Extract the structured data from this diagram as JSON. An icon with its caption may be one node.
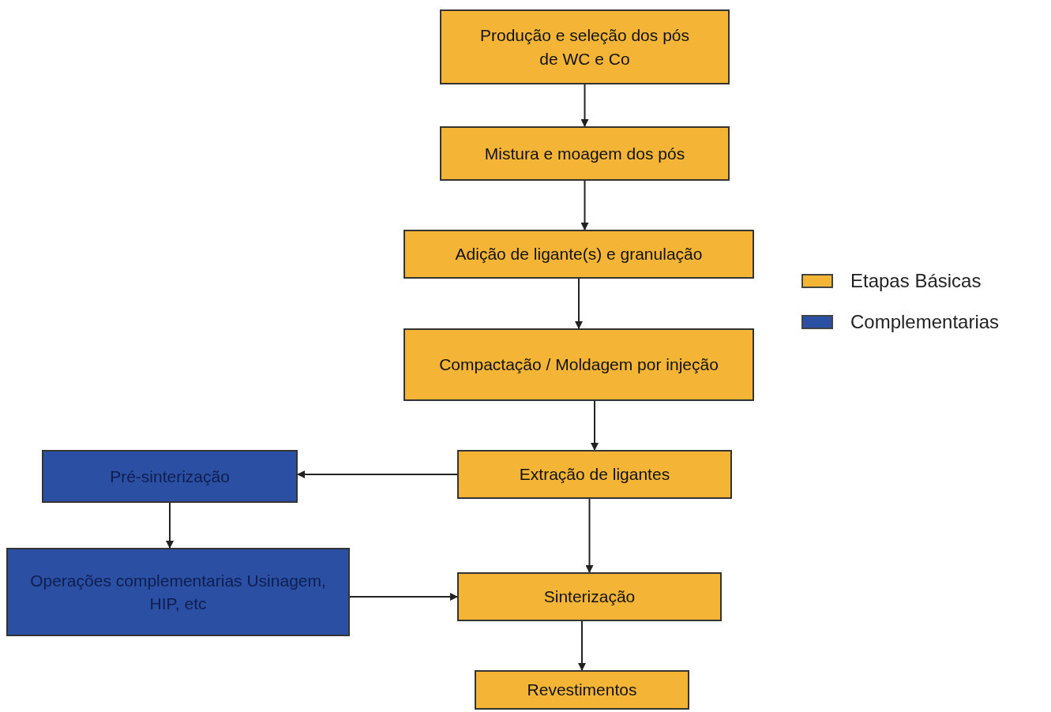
{
  "diagram": {
    "nodes": [
      {
        "text": [
          "Produção e seleção dos pós de WC e Co"
        ]
      },
      {
        "text": [
          "Mistura e moagem dos pós"
        ]
      },
      {
        "text": [
          "Adição de ligante(s) e granulação"
        ]
      },
      {
        "text": [
          "Compactação / Moldagem por injeção"
        ]
      },
      {
        "text": [
          "Extração de ligantes"
        ]
      },
      {
        "text": [
          "Pré-sinterização"
        ]
      },
      {
        "text": [
          "Operações complementarias Usinagem, HIP, etc"
        ]
      },
      {
        "text": [
          "Sinterização"
        ]
      },
      {
        "text": [
          "Revestimentos"
        ]
      }
    ],
    "edges": [
      {
        "from": 0,
        "to": 1,
        "arrow": "to"
      },
      {
        "from": 1,
        "to": 2,
        "arrow": "to"
      },
      {
        "from": 2,
        "to": 3,
        "arrow": "to"
      },
      {
        "from": 3,
        "to": 4,
        "arrow": "to"
      },
      {
        "from": 4,
        "to": 5,
        "arrow": "to"
      },
      {
        "from": 5,
        "to": 6,
        "arrow": "to"
      },
      {
        "from": 4,
        "to": 7,
        "arrow": "to"
      },
      {
        "from": 6,
        "to": 7,
        "arrow": "to"
      },
      {
        "from": 7,
        "to": 8,
        "arrow": "to"
      }
    ],
    "legend": [
      {
        "text": "Etapas Básicas",
        "color": "#f4b537"
      },
      {
        "text": "Complementarias",
        "color": "#2b50a3"
      }
    ]
  }
}
